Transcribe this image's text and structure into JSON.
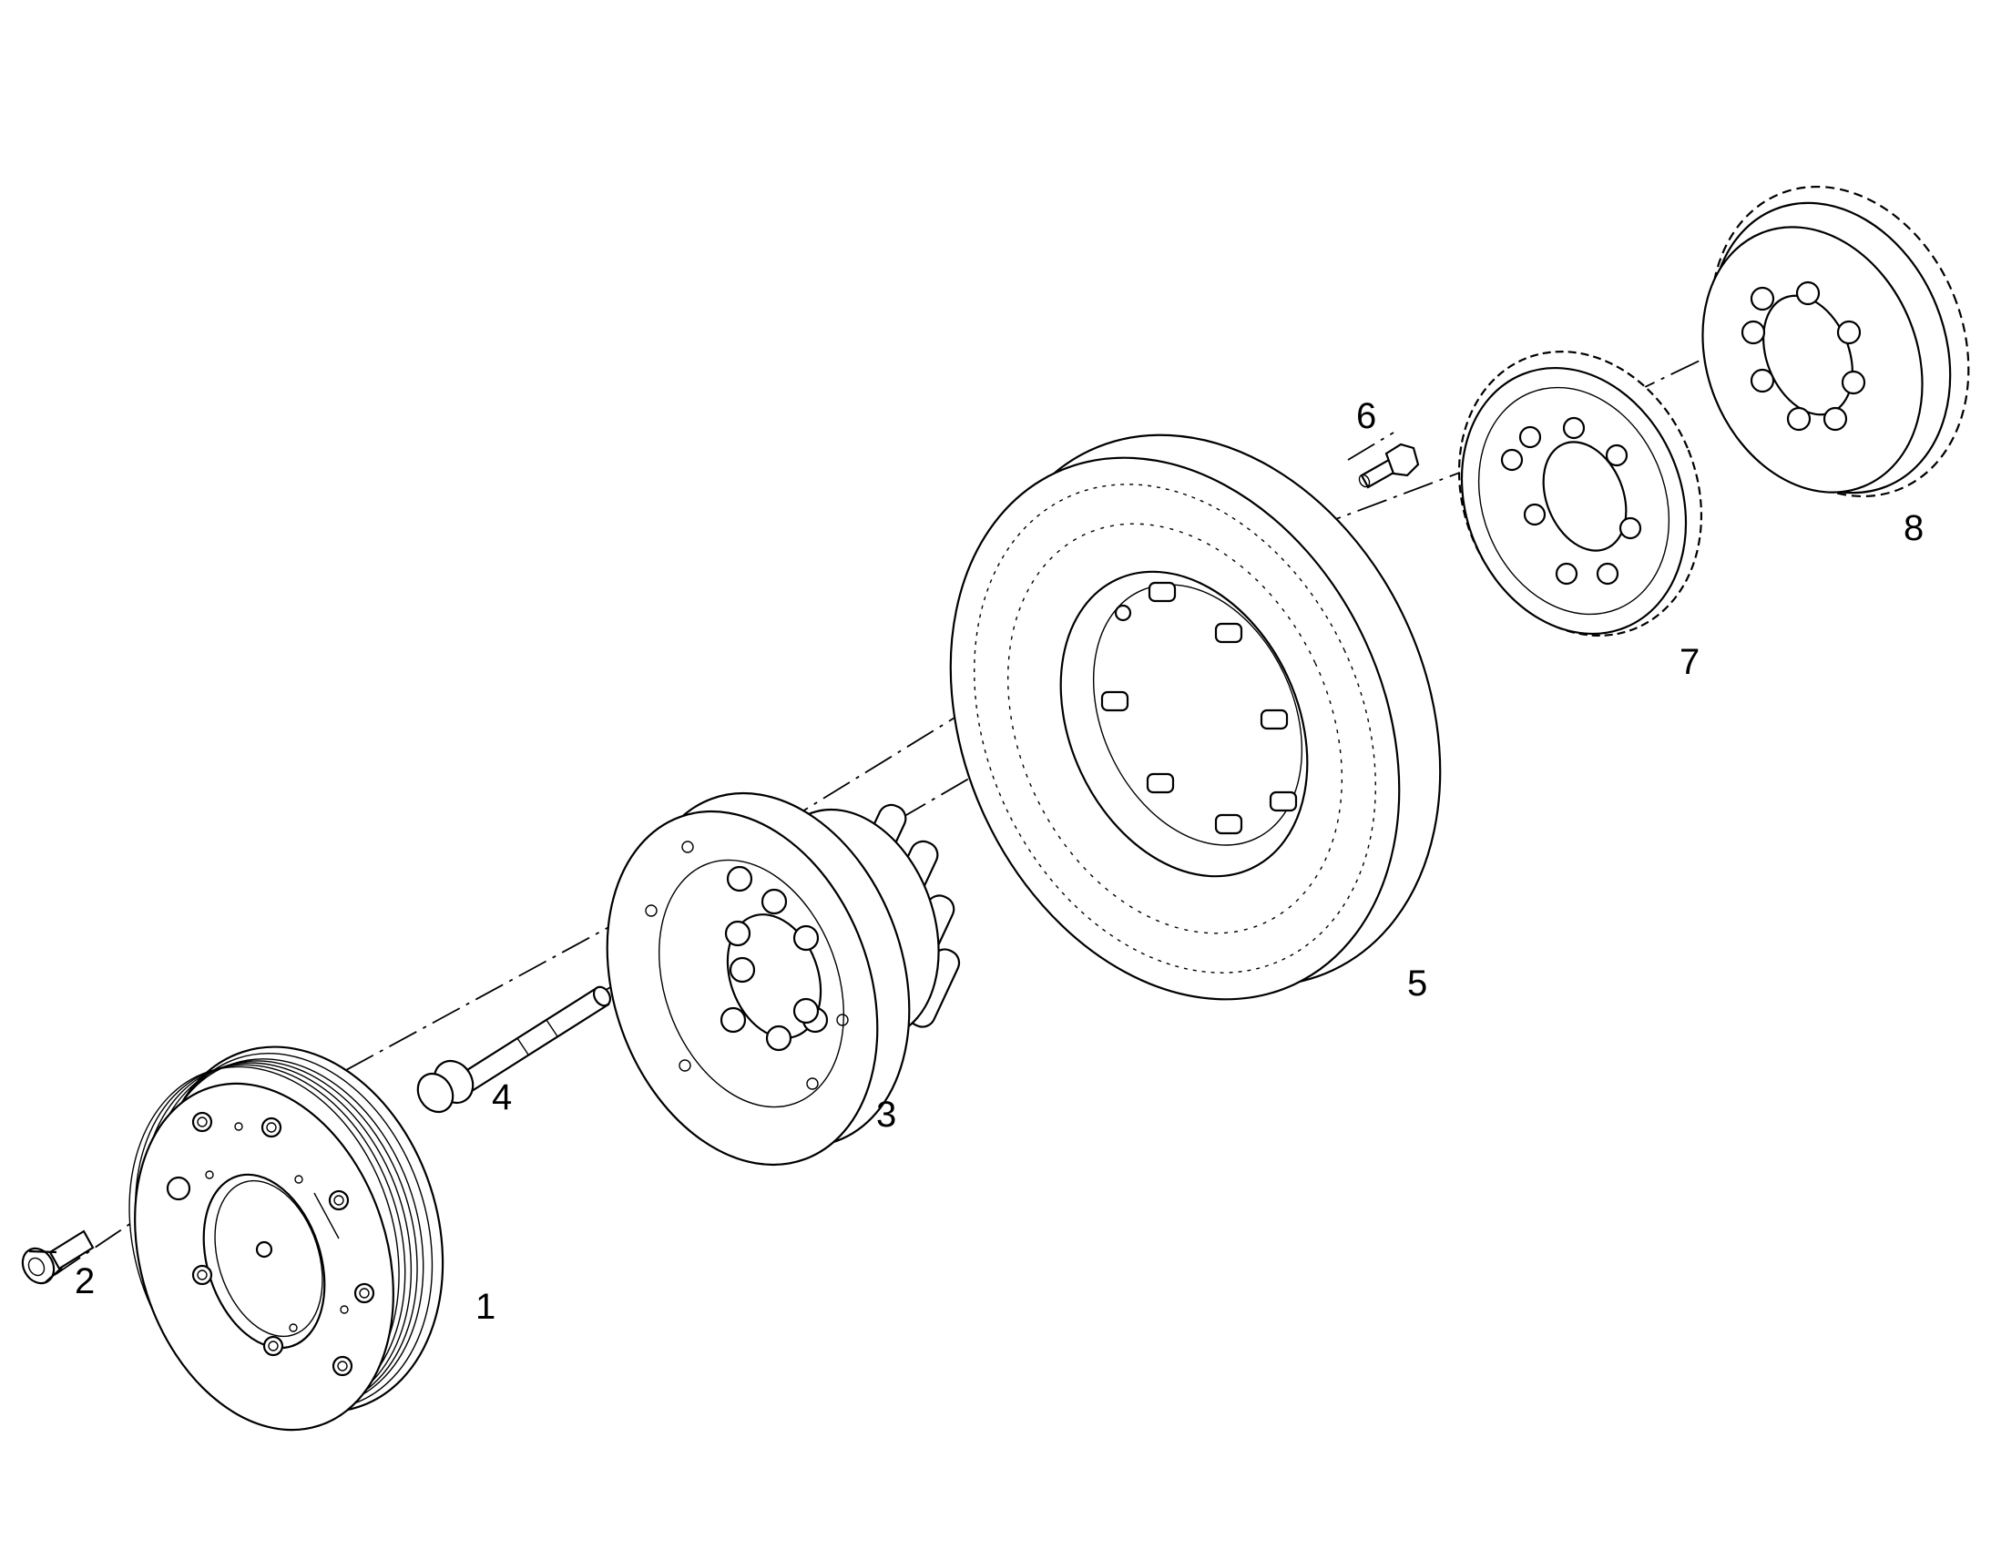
{
  "diagram": {
    "type": "exploded-parts-view",
    "parts": [
      {
        "id": "part-1",
        "label": "1",
        "name_icon": "vibration-damper-pulley-icon"
      },
      {
        "id": "part-2",
        "label": "2",
        "name_icon": "socket-head-bolt-icon"
      },
      {
        "id": "part-3",
        "label": "3",
        "name_icon": "hub-flange-icon"
      },
      {
        "id": "part-4",
        "label": "4",
        "name_icon": "long-bolt-icon"
      },
      {
        "id": "part-5",
        "label": "5",
        "name_icon": "ring-gear-icon"
      },
      {
        "id": "part-6",
        "label": "6",
        "name_icon": "hex-bolt-icon"
      },
      {
        "id": "part-7",
        "label": "7",
        "name_icon": "spur-gear-icon"
      },
      {
        "id": "part-8",
        "label": "8",
        "name_icon": "large-spur-gear-icon"
      }
    ]
  }
}
